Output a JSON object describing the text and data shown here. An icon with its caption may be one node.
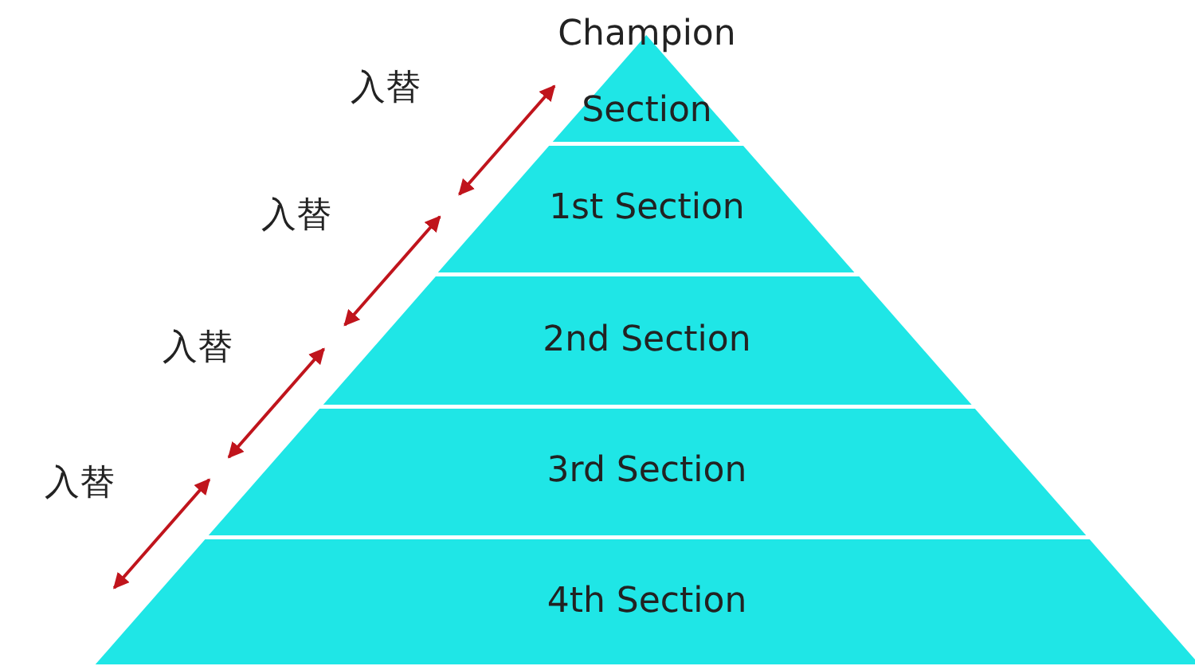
{
  "diagram": {
    "nodes": [
      {
        "text": [
          "Champion Section"
        ]
      },
      {
        "text": [
          "1st Section"
        ]
      },
      {
        "text": [
          "2nd Section"
        ]
      },
      {
        "text": [
          "3rd Section"
        ]
      },
      {
        "text": [
          "4th Section"
        ]
      }
    ],
    "edges": [
      {
        "from": 1,
        "to": 0,
        "arrow": "both",
        "label": "入替"
      },
      {
        "from": 2,
        "to": 1,
        "arrow": "both",
        "label": "入替"
      },
      {
        "from": 3,
        "to": 2,
        "arrow": "both",
        "label": "入替"
      },
      {
        "from": 4,
        "to": 3,
        "arrow": "both",
        "label": "入替"
      }
    ]
  }
}
